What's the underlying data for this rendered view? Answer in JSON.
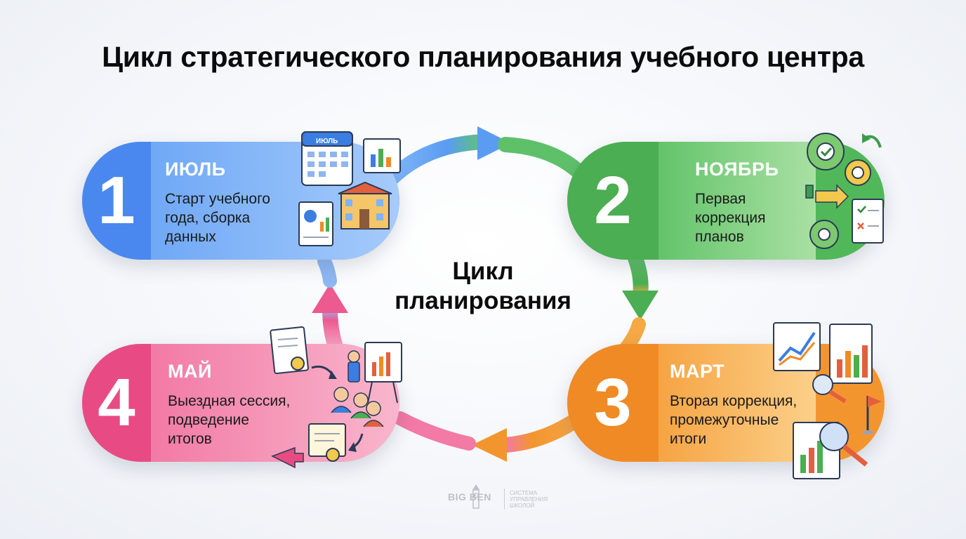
{
  "title": "Цикл стратегического планирования учебного центра",
  "center": {
    "line1": "Цикл",
    "line2": "планирования"
  },
  "stages": [
    {
      "number": "1",
      "month": "ИЮЛЬ",
      "line1": "Старт учебного",
      "line2": "года, сборка",
      "line3": "данных",
      "color": "#4a88ef",
      "icons": [
        "calendar-icon",
        "bar-chart-icon",
        "school-building-icon",
        "report-icon"
      ]
    },
    {
      "number": "2",
      "month": "НОЯБРЬ",
      "line1": "Первая",
      "line2": "коррекция",
      "line3": "планов",
      "color": "#4bae52",
      "icons": [
        "gears-icon",
        "refresh-arrow-icon",
        "checklist-icon"
      ]
    },
    {
      "number": "3",
      "month": "МАРТ",
      "line1": "Вторая коррекция,",
      "line2": "промежуточные",
      "line3": "итоги",
      "color": "#f08a25",
      "icons": [
        "line-chart-icon",
        "bar-chart-icon",
        "magnifier-icon",
        "flag-icon"
      ]
    },
    {
      "number": "4",
      "month": "МАЙ",
      "line1": "Выездная сессия,",
      "line2": "подведение",
      "line3": "итогов",
      "color": "#e84b83",
      "icons": [
        "certificate-icon",
        "presenter-icon",
        "audience-icon",
        "arrow-icon"
      ]
    }
  ],
  "logo": {
    "brand": "BIG BEN",
    "line1": "СИСТЕМА",
    "line2": "УПРАВЛЕНИЯ",
    "line3": "ШКОЛОЙ"
  }
}
